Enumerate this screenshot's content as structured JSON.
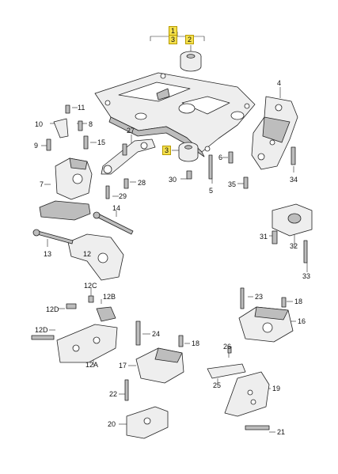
{
  "callouts": [
    {
      "id": "c1",
      "text": "1",
      "highlight": true
    },
    {
      "id": "c3a",
      "text": "3",
      "highlight": true
    },
    {
      "id": "c2",
      "text": "2",
      "highlight": true
    },
    {
      "id": "c3b",
      "text": "3",
      "highlight": true
    },
    {
      "id": "c4",
      "text": "4"
    },
    {
      "id": "c11",
      "text": "11"
    },
    {
      "id": "c10",
      "text": "10"
    },
    {
      "id": "c8",
      "text": "8"
    },
    {
      "id": "c9",
      "text": "9"
    },
    {
      "id": "c15",
      "text": "15"
    },
    {
      "id": "c27",
      "text": "27"
    },
    {
      "id": "c6",
      "text": "6"
    },
    {
      "id": "c7",
      "text": "7"
    },
    {
      "id": "c29",
      "text": "29"
    },
    {
      "id": "c28",
      "text": "28"
    },
    {
      "id": "c30",
      "text": "30"
    },
    {
      "id": "c5",
      "text": "5"
    },
    {
      "id": "c35",
      "text": "35"
    },
    {
      "id": "c34",
      "text": "34"
    },
    {
      "id": "c14",
      "text": "14"
    },
    {
      "id": "c13",
      "text": "13"
    },
    {
      "id": "c12",
      "text": "12"
    },
    {
      "id": "c31",
      "text": "31"
    },
    {
      "id": "c32",
      "text": "32"
    },
    {
      "id": "c33",
      "text": "33"
    },
    {
      "id": "c12c",
      "text": "12C"
    },
    {
      "id": "c12b",
      "text": "12B"
    },
    {
      "id": "c12d1",
      "text": "12D"
    },
    {
      "id": "c12d2",
      "text": "12D"
    },
    {
      "id": "c12a",
      "text": "12A"
    },
    {
      "id": "c23",
      "text": "23"
    },
    {
      "id": "c18a",
      "text": "18"
    },
    {
      "id": "c16",
      "text": "16"
    },
    {
      "id": "c24",
      "text": "24"
    },
    {
      "id": "c18b",
      "text": "18"
    },
    {
      "id": "c26",
      "text": "26"
    },
    {
      "id": "c17",
      "text": "17"
    },
    {
      "id": "c25",
      "text": "25"
    },
    {
      "id": "c19",
      "text": "19"
    },
    {
      "id": "c22",
      "text": "22"
    },
    {
      "id": "c20",
      "text": "20"
    },
    {
      "id": "c21",
      "text": "21"
    }
  ],
  "colors": {
    "line": "#222222",
    "part_fill": "#eeeeee",
    "part_dark": "#bdbdbd",
    "highlight": "#f4e04d"
  }
}
